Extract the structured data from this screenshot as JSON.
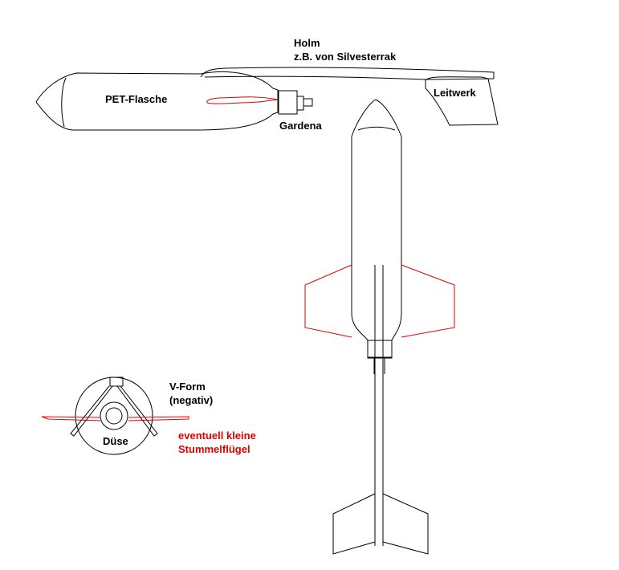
{
  "labels": {
    "holm": "Holm",
    "holm_note": "z.B. von Silvesterrak",
    "pet": "PET-Flasche",
    "gardena": "Gardena",
    "leitwerk": "Leitwerk",
    "vform": "V-Form",
    "vform_note": "(negativ)",
    "duese": "Düse",
    "stummel_1": "eventuell kleine",
    "stummel_2": "Stummelflügel"
  },
  "colors": {
    "line": "#000000",
    "accent": "#e00000"
  }
}
